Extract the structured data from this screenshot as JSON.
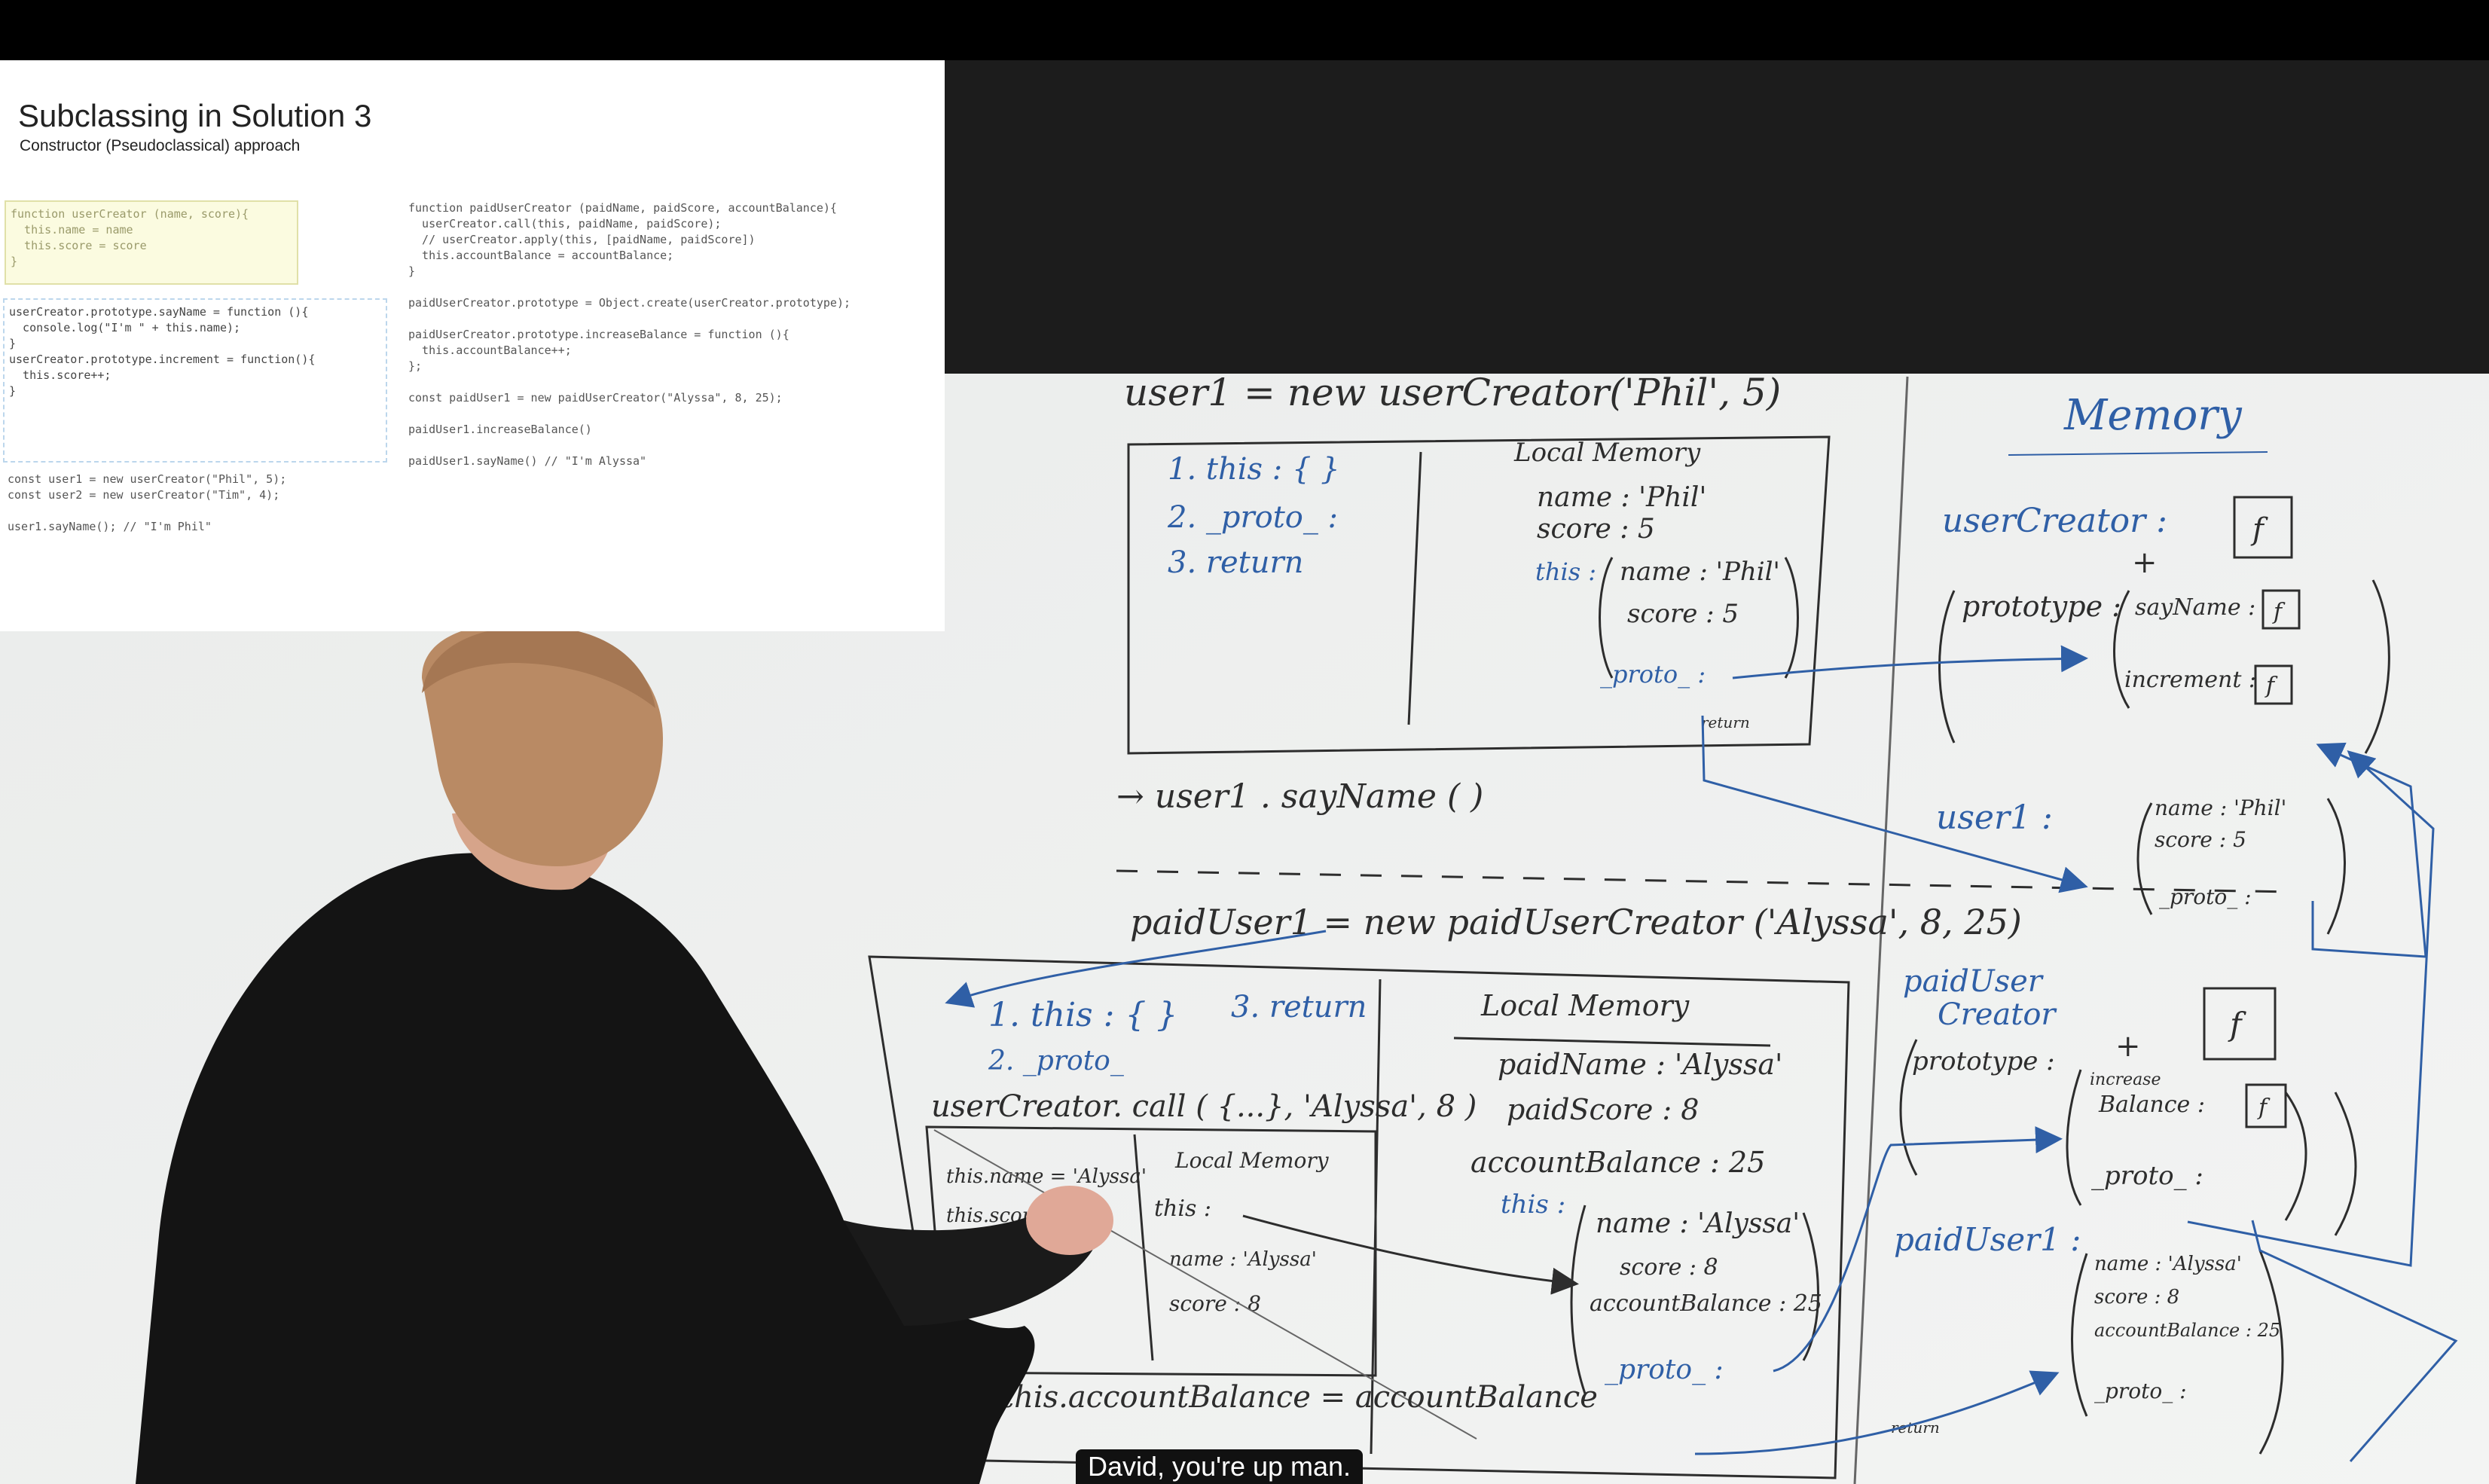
{
  "slide": {
    "title": "Subclassing in Solution 3",
    "subtitle": "Constructor (Pseudoclassical) approach",
    "code_constructor": [
      "function userCreator (name, score){",
      "  this.name = name",
      "  this.score = score",
      "}"
    ],
    "code_prototype": [
      "userCreator.prototype.sayName = function (){",
      "  console.log(\"I'm \" + this.name);",
      "}",
      "userCreator.prototype.increment = function(){",
      "  this.score++;",
      "}"
    ],
    "code_instances": [
      "const user1 = new userCreator(\"Phil\", 5);",
      "const user2 = new userCreator(\"Tim\", 4);",
      "",
      "user1.sayName(); // \"I'm Phil\""
    ],
    "code_subclass": [
      "function paidUserCreator (paidName, paidScore, accountBalance){",
      "  userCreator.call(this, paidName, paidScore);",
      "  // userCreator.apply(this, [paidName, paidScore])",
      "  this.accountBalance = accountBalance;",
      "}",
      "",
      "paidUserCreator.prototype = Object.create(userCreator.prototype);",
      "",
      "paidUserCreator.prototype.increaseBalance = function (){",
      "  this.accountBalance++;",
      "};",
      "",
      "const paidUser1 = new paidUserCreator(\"Alyssa\", 8, 25);",
      "",
      "paidUser1.increaseBalance()",
      "",
      "paidUser1.sayName() // \"I'm Alyssa\""
    ]
  },
  "whiteboard": {
    "line_new_user1": "user1 = new userCreator('Phil', 5)",
    "steps_1": "1. this : { }",
    "steps_2": "2. _proto_ :",
    "steps_3": "3. return",
    "local_memory": "Local Memory",
    "lm1_name": "name : 'Phil'",
    "lm1_score": "score : 5",
    "lm1_this": "this :",
    "lm1_this_name": "name : 'Phil'",
    "lm1_this_score": "score : 5",
    "lm1_this_proto": "_proto_ :",
    "lm1_return": "return",
    "memory_title": "Memory",
    "mem_usercreator": "userCreator :",
    "mem_f": "f",
    "mem_plus": "+",
    "mem_prototype": "prototype :",
    "mem_sayname": "sayName :",
    "mem_increment": "increment :",
    "call_sayname": "→ user1 . sayName ( )",
    "mem_user1": "user1 :",
    "mem_user1_name": "name : 'Phil'",
    "mem_user1_score": "score : 5",
    "mem_user1_proto": "_proto_ :",
    "line_new_paid": "paidUser1 = new paidUserCreator ('Alyssa', 8, 25)",
    "p_steps_1": "1. this : { }",
    "p_steps_3": "3. return",
    "p_steps_2": "2. _proto_",
    "p_call": "userCreator. call ( {...}, 'Alyssa', 8 )",
    "p_local_memory": "Local Memory",
    "p_paidname": "paidName : 'Alyssa'",
    "p_paidscore": "paidScore : 8",
    "p_accountbalance": "accountBalance : 25",
    "p_this": "this :",
    "p_this_name": "name : 'Alyssa'",
    "p_this_score": "score : 8",
    "p_this_balance": "accountBalance : 25",
    "p_this_proto": "_proto_ :",
    "inner_this_name": "this.name = 'Alyssa'",
    "inner_this_score": "this.score",
    "inner_local_memory": "Local Memory",
    "inner_this": "this :",
    "inner_name": "name : 'Alyssa'",
    "inner_score": "score : 8",
    "p_bottom": "this.accountBalance = accountBalance",
    "mem_paid_creator_1": "paidUser",
    "mem_paid_creator_2": "Creator",
    "mem_paid_prototype": "prototype :",
    "mem_increase_1": "increase",
    "mem_increase_2": "Balance :",
    "mem_paid_proto": "_proto_ :",
    "mem_paiduser1": "paidUser1 :",
    "mem_pu_name": "name : 'Alyssa'",
    "mem_pu_score": "score : 8",
    "mem_pu_balance": "accountBalance : 25",
    "mem_pu_proto": "_proto_ :",
    "mem_return": "return"
  },
  "caption": {
    "text": "David, you're up man."
  },
  "colors": {
    "black_marker": "#2d2d2d",
    "blue_marker": "#2f5fa6",
    "board": "#eef0ef"
  }
}
